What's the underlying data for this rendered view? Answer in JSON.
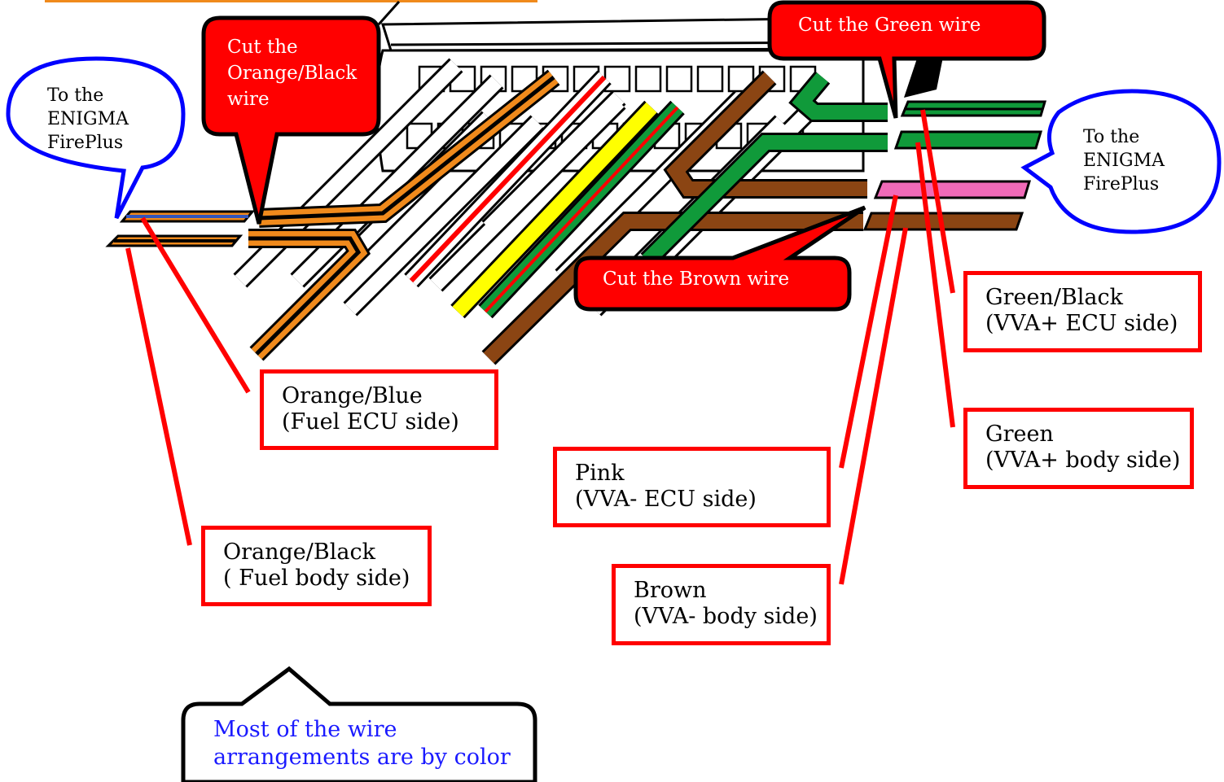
{
  "colors": {
    "callout_red": "#ff0000",
    "bubble_blue": "#0000ff",
    "wire_orange": "#f08a1c",
    "wire_green": "#109a3a",
    "wire_brown": "#8b4513",
    "wire_pink": "#f06ab8",
    "wire_yellow": "#ffff00",
    "note_text": "#1a1aff"
  },
  "bubbles": {
    "left": {
      "lines": [
        "To the",
        "ENIGMA",
        "FirePlus"
      ]
    },
    "right": {
      "lines": [
        "To the",
        "ENIGMA",
        "FirePlus"
      ]
    }
  },
  "callouts": {
    "cut_orange_black": {
      "lines": [
        "Cut the",
        "Orange/Black",
        "wire"
      ]
    },
    "cut_green": {
      "text": "Cut the Green wire"
    },
    "cut_brown": {
      "text": "Cut the Brown wire"
    }
  },
  "labels": {
    "orange_blue": {
      "line1": "Orange/Blue",
      "line2": "(Fuel ECU side)"
    },
    "orange_black": {
      "line1": "Orange/Black",
      "line2": "( Fuel body side)"
    },
    "pink": {
      "line1": "Pink",
      "line2": "(VVA- ECU side)"
    },
    "brown": {
      "line1": "Brown",
      "line2": "(VVA- body side)"
    },
    "green_black": {
      "line1": "Green/Black",
      "line2": "(VVA+ ECU side)"
    },
    "green": {
      "line1": "Green",
      "line2": "(VVA+ body side)"
    }
  },
  "note": {
    "lines": [
      "Most of the wire",
      "arrangements are by color"
    ]
  }
}
